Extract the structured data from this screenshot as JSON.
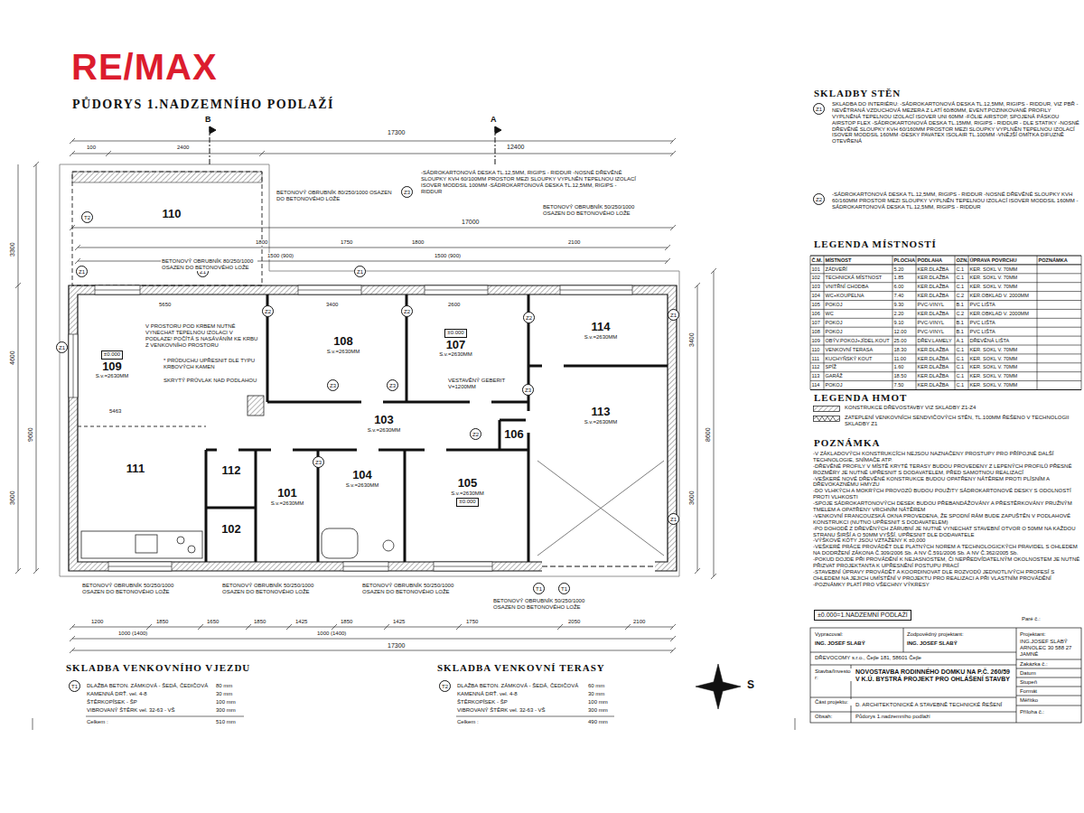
{
  "diagram": {
    "title": "PŮDORYS 1.NADZEMNÍHO PODLAŽÍ",
    "nodes": [
      {
        "text": [
          "110"
        ]
      },
      {
        "text": [
          "±0.000",
          "109",
          "S.v.=2630MM"
        ]
      },
      {
        "text": [
          "108",
          "S.v.=2630MM"
        ]
      },
      {
        "text": [
          "±0.000",
          "107",
          "S.v.=2630MM"
        ]
      },
      {
        "text": [
          "114",
          "S.v.=2630MM"
        ]
      },
      {
        "text": [
          "103",
          "S.v.=2630MM"
        ]
      },
      {
        "text": [
          "106"
        ]
      },
      {
        "text": [
          "113",
          "S.v.=2630MM"
        ]
      },
      {
        "text": [
          "111"
        ]
      },
      {
        "text": [
          "112"
        ]
      },
      {
        "text": [
          "101",
          "S.v.=2630MM"
        ]
      },
      {
        "text": [
          "104",
          "S.v.=2630MM"
        ]
      },
      {
        "text": [
          "105",
          "S.v.=2630MM",
          "±0.000"
        ]
      },
      {
        "text": [
          "102"
        ]
      }
    ],
    "labels": [
      "RE/MAX",
      "17300",
      "B",
      "A",
      "100",
      "2400",
      "12400",
      "17000",
      "1800",
      "1750",
      "1800",
      "2100",
      "1500 (900)",
      "1500 (900)",
      "1200",
      "1850",
      "1650",
      "1850",
      "1425",
      "1850",
      "1425",
      "1750",
      "2050",
      "2100",
      "1000 (1400)",
      "1000 (1400)",
      "17300",
      "3300",
      "4600",
      "3600",
      "9600",
      "8600",
      "3400",
      "3600",
      "Z1",
      "Z1",
      "Z1",
      "Z1",
      "Z2",
      "Z2",
      "Z2",
      "Z1",
      "Z3",
      "Z3",
      "Z3",
      "Z3",
      "Z2",
      "Z3",
      "Z1",
      "T2",
      "T1",
      "T1",
      "BETONOVÝ OBRUBNÍK 80/250/1000 OSAZEN DO BETONOVÉHO LOŽE",
      "BETONOVÝ OBRUBNÍK 80/250/1000 OSAZEN DO BETONOVÉHO LOŽE",
      "BETONOVÝ OBRUBNÍK 50/250/1000 OSAZEN DO BETONOVÉHO LOŽE",
      "BETONOVÝ OBRUBNÍK 50/250/1000 OSAZEN DO BETONOVÉHO LOŽE",
      "BETONOVÝ OBRUBNÍK 50/250/1000 OSAZEN DO BETONOVÉHO LOŽE",
      "BETONOVÝ OBRUBNÍK 50/250/1000 OSAZEN DO BETONOVÉHO LOŽE",
      "BETONOVÝ OBRUBNÍK 50/250/1000 OSAZEN DO BETONOVÉHO LOŽE",
      "-SÁDROKARTONOVÁ DESKA TL.12,5MM, RIGIPS - RIDDUR -NOSNÉ DŘEVĚNÉ SLOUPKY KVH 60/100MM PROSTOR MEZI SLOUPKY VYPLNĚN TEPELNOU IZOLACÍ ISOVER MODDSIL 100MM -SÁDROKARTONOVÁ DESKA TL.12,5MM, RIGIPS - RIDDUR",
      "V PROSTORU POD KRBEM NUTNÉ VYNECHAT TEPELNOU IZOLACI V PODLAZE! POČÍTÁ S NASÁVÁNÍM KE KRBU Z VENKOVNÍHO PROSTORU",
      "* PRŮDUCHU UPŘESNIT DLE TYPU KRBOVÝCH KAMEN",
      "SKRYTÝ PRŮVLAK NAD PODLAHOU",
      "5650",
      "5463",
      "3400",
      "2600",
      "VESTAVĚNÝ GEBERIT V=1200MM",
      "SKLADBA VENKOVNÍHO VJEZDU",
      "DLAŽBA BETON. ZÁMKOVÁ - ŠEDÁ, ČEDIČOVÁ",
      "80 mm",
      "KAMENNÁ DRŤ. vel. 4-8",
      "30 mm",
      "ŠTĚRKOPÍSEK - ŠP",
      "100 mm",
      "VIBROVANÝ ŠTĚRK vel. 32-63 - VŠ",
      "300 mm",
      "Celkem :",
      "510 mm",
      "T1",
      "SKLADBA VENKOVNÍ TERASY",
      "DLAŽBA BETON. ZÁMKOVÁ - ŠEDÁ, ČEDIČOVÁ",
      "60 mm",
      "KAMENNÁ DRŤ. vel. 4-8",
      "30 mm",
      "ŠTĚRKOPÍSEK - ŠP",
      "100 mm",
      "VIBROVANÝ ŠTĚRK vel. 32-63 - VŠ",
      "300 mm",
      "Celkem :",
      "490 mm",
      "T2",
      "S",
      "SKLADBY STĚN",
      "Z1",
      "SKLADBA DO INTERIÉRU: -SÁDROKARTONOVÁ DESKA TL.12,5MM, RIGIPS - RIDDUR, VIZ PBŘ -NEVĚTRANÁ VZDUCHOVÁ MEZERA Z LATÍ 60/80MM, EVENT.POZINKOVANÉ PROFILY VYPLNĚNÁ TEPELNOU IZOLACÍ ISOVER UNI 60MM -FÓLIE AIRSTOP, SPOJENÁ PÁSKOU AIRSTOP FLEX -SÁDROKARTONOVÁ DESKA TL.15MM, RIGIPS - RIDDUR - DLE STATIKY -NOSNÉ DŘEVĚNÉ SLOUPKY KVH 60/160MM PROSTOR MEZI SLOUPKY VYPLNĚN TEPELNOU IZOLACÍ ISOVER MODDSIL 160MM -DESKY PAVATEX ISOLAIR TL.100MM -VNĚJŠÍ OMÍTKA DIFUZNĚ OTEVŘENÁ",
      "Z2",
      "-SÁDROKARTONOVÁ DESKA TL.12,5MM, RIGIPS - RIDDUR -NOSNÉ DŘEVĚNÉ SLOUPKY KVH 60/160MM PROSTOR MEZI SLOUPKY VYPLNĚN TEPELNOU IZOLACÍ ISOVER MODDSIL 160MM -SÁDROKARTONOVÁ DESKA TL.12,5MM, RIGIPS - RIDDUR",
      "LEGENDA MÍSTNOSTÍ",
      "LEGENDA HMOT",
      "POZNÁMKA",
      "±0.000=1.NADZEMNÍ PODLAŽÍ",
      "Vypracoval:",
      "Zodpovědný projektant:",
      "Projektant:",
      "ING. JOSEF SLABÝ",
      "ING. JOSEF SLABÝ",
      "ING.JOSEF SLABÝ ARNOLEC 30 588 27 JAMNÉ",
      "DŘEVOCOMY s.r.o., Čejle 181, 58601 Čejle",
      "Stavba/Investor:",
      "NOVOSTAVBA RODINNÉHO DOMKU NA P.Č. 260/59 V K.Ú. BYSTRÁ PROJEKT PRO OHLÁŠENÍ STAVBY",
      "Část projektu:",
      "D. ARCHITEKTONICKÉ A STAVEBNĚ TECHNICKÉ ŘEŠENÍ",
      "Obsah:",
      "Půdorys 1.nadzemního podlaží",
      "Zakázka č.:",
      "Datum",
      "Stupeň",
      "Formát",
      "Měřítko",
      "Příloha č.:",
      "Paré č.:",
      "Č.M.",
      "MÍSTNOST",
      "PLOCHA",
      "PODLAHA",
      "OZN.",
      "ÚPRAVA POVRCHU",
      "POZNÁMKA",
      "101",
      "ZÁDVEŘÍ",
      "5.20",
      "KER.DLAŽBA",
      "C.1",
      "KER. SOKL V. 70MM",
      "102",
      "TECHNICKÁ MÍSTNOST",
      "1.85",
      "KER.DLAŽBA",
      "C.1",
      "KER. SOKL V. 70MM",
      "103",
      "VNITŘNÍ CHODBA",
      "6.00",
      "KER.DLAŽBA",
      "C.1",
      "KER. SOKL V. 70MM",
      "104",
      "WC+KOUPELNA",
      "7.40",
      "KER.DLAŽBA",
      "C.2",
      "KER.OBKLAD V. 2000MM",
      "105",
      "POKOJ",
      "9.30",
      "PVC-VINYL",
      "B.1",
      "PVC LIŠTA",
      "106",
      "WC",
      "2.20",
      "KER.DLAŽBA",
      "C.2",
      "KER.OBKLAD V. 2000MM",
      "107",
      "POKOJ",
      "9.10",
      "PVC-VINYL",
      "B.1",
      "PVC LIŠTA",
      "108",
      "POKOJ",
      "12.00",
      "PVC-VINYL",
      "B.1",
      "PVC LIŠTA",
      "109",
      "OBÝV.POKOJ+JÍDEL.KOUT",
      "25.00",
      "DŘEV.LAMELY",
      "A.1",
      "DŘEVĚNÁ LIŠTA",
      "110",
      "VENKOVNÍ TERASA",
      "18.30",
      "KER.DLAŽBA",
      "C.1",
      "KER. SOKL V. 70MM",
      "111",
      "KUCHYŇSKÝ KOUT",
      "11.00",
      "KER.DLAŽBA",
      "C.1",
      "KER. SOKL V. 70MM",
      "112",
      "SPÍŽ",
      "1.60",
      "KER.DLAŽBA",
      "C.1",
      "KER. SOKL V. 70MM",
      "113",
      "GARÁŽ",
      "18.50",
      "KER.DLAŽBA",
      "C.1",
      "KER. SOKL V. 70MM",
      "114",
      "POKOJ",
      "7.50",
      "KER.DLAŽBA",
      "C.1",
      "KER. SOKL V. 70MM",
      "-V ZÁKLADOVÝCH KONSTRUKCÍCH NEJSOU NAZNAČENY PROSTUPY PRO PŘÍPOJNÉ DALŠÍ TECHNOLOGIE, SNÍMAČE ATP.",
      "-DŘEVĚNÉ PROFILY V MÍSTĚ KRYTÉ TERASY BUDOU PROVEDENY Z LEPENÝCH PROFILŮ PŘESNÉ ROZMĚRY JE NUTNÉ UPŘESNIT S DODAVATELEM, PŘED SAMOTNOU REALIZACÍ",
      "-VEŠKERÉ NOVÉ DŘEVĚNÉ KONSTRUKCE BUDOU OPATŘENY NÁTĚREM PROTI PLÍSNÍM A DŘEVOKAZNÉMU HMYZU",
      "-DO VLHKÝCH A MOKRÝCH PROVOZŮ BUDOU POUŽITY SÁDROKARTONOVÉ DESKY S ODOLNOSTÍ PROTI VLHKOSTI",
      "-SPOJE SÁDROKARTONOVÝCH DESEK BUDOU PŘEBANDÁŽOVÁNY A PŘESTĚRKOVÁNY PRUŽNÝM TMELEM A OPATŘENY VRCHNÍM NÁTĚREM",
      "-VENKOVNÍ FRANCOUZSKÁ OKNA PROVEDENA, ŽE SPODNÍ RÁM BUDE ZAPUŠTĚN V PODLAHOVÉ KONSTRUKCI (NUTNO UPŘESNIT S DODAVATELEM)",
      "-PO DOHODĚ Z DŘEVĚNÝCH ZÁRUBNÍ JE NUTNÉ VYNECHAT STAVEBNÍ OTVOR O 50MM NA KAŽDOU STRANU ŠIRŠÍ A O 50MM VYŠŠÍ, UPŘESNIT DLE DODAVATELE",
      "-VÝŠKOVÉ KÓTY JSOU VZTAŽENY K ±0,000",
      "-VEŠKERÉ PRÁCE PROVÁDĚT DLE PLATNÝCH NOREM A TECHNOLOGICKÝCH PRAVIDEL S OHLEDEM NA DODRŽENÍ ZÁKONA Č.309/2006 Sb. A NV Č.591/2006 Sb. A NV Č.362/2005 Sb.",
      "-POKUD DOJDE PŘI PROVÁDĚNÍ K NEJASNOSTEM, ČI NEPŘEDVÍDATELNÝM OKOLNOSTEM JE NUTNÉ PŘIZVAT PROJEKTANTA K UPŘESNĚNÍ POSTUPU PRACÍ",
      "-STAVEBNÍ ÚPRAVY PROVÁDĚT A KOORDINOVAT DLE ROZVODŮ JEDNOTLIVÝCH PROFESÍ S OHLEDEM NA JEJICH UMÍSTĚNÍ V PROJEKTU PRO REALIZACI A PŘI VLASTNÍM PROVÁDĚNÍ",
      "-POZNÁMKY PLATÍ PRO VŠECHNY VÝKRESY"
    ],
    "legend": [
      {
        "text": "KONSTRUKCE DŘEVOSTAVBY VIZ SKLADBY Z1-Z4"
      },
      {
        "text": "ZATEPLENÍ VENKOVNÍCH SENDVIČOVÝCH STĚN, TL.100MM ŘEŠENO V TECHNOLOGII SKLADBY Z1"
      }
    ]
  }
}
